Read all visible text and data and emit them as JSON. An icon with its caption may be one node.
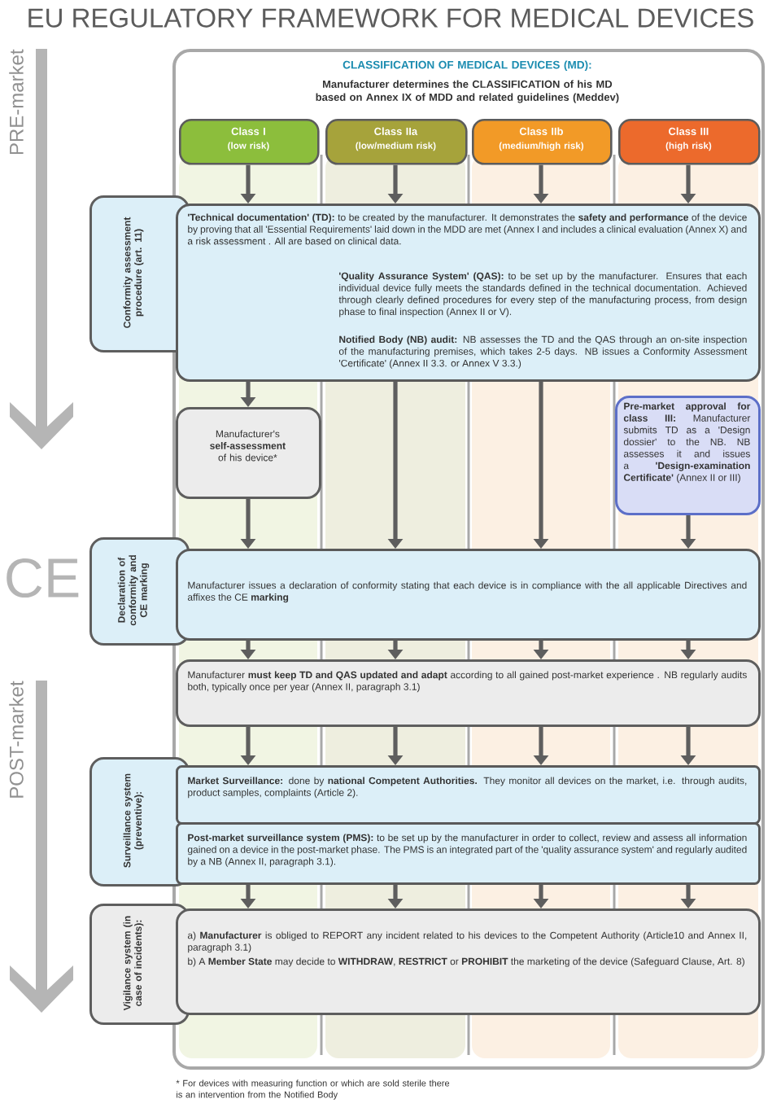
{
  "diagram": {
    "title": "EU REGULATORY FRAMEWORK FOR MEDICAL DEVICES",
    "nodes": [
      {
        "text": [
          "CLASSIFICATION OF MEDICAL DEVICES (MD):",
          "Manufacturer determines the CLASSIFICATION of his MD based on Annex IX of MDD and related guidelines (Meddev)"
        ]
      },
      {
        "text": [
          "Class I",
          "(low risk)"
        ],
        "in": 0
      },
      {
        "text": [
          "Class IIa",
          "(low/medium risk)"
        ],
        "in": 0
      },
      {
        "text": [
          "Class IIb",
          "(medium/high risk)"
        ],
        "in": 0
      },
      {
        "text": [
          "Class III",
          "(high risk)"
        ],
        "in": 0
      },
      {
        "text": [
          "Conformity assessment procedure (art. 11)"
        ]
      },
      {
        "text": [
          "**'Technical documentation' (TD):** to be created by the manufacturer. It demonstrates the **safety and performance** of the device by proving that all 'Essential Requirements' laid down in the MDD are met (Annex I and includes a clinical evaluation (Annex X) and a risk assessment . All are based on clinical data.",
          "**'Quality Assurance System' (QAS):** to be set up by the manufacturer. Ensures that each individual device fully meets the standards defined in the technical documentation. Achieved through clearly defined procedures for every step of the manufacturing process, from design phase to final inspection (Annex II or V).",
          "**Notified Body (NB) audit:** NB assesses the TD and the QAS through an on-site inspection of the manufacturing premises, which takes 2-5 days. NB issues a Conformity Assessment 'Certificate' (Annex II 3.3. or Annex V 3.3.)"
        ],
        "in": 0
      },
      {
        "text": [
          "Manufacturer's **self-assessment** of his device*"
        ],
        "in": 0
      },
      {
        "text": [
          "**Pre-market approval for class III:** Manufacturer submits TD as a 'Design dossier' to the NB. NB assesses it and issues a **'Design-examination Certificate'** (Annex II or III)"
        ],
        "in": 0
      },
      {
        "text": [
          "Declaration of conformity and CE marking"
        ]
      },
      {
        "text": [
          "Manufacturer issues a declaration of conformity stating that each device is in compliance with the all applicable Directives and affixes the CE **marking**"
        ],
        "in": 0
      },
      {
        "text": [
          "Manufacturer **must keep TD and QAS updated and adapt** according to all gained post-market experience . NB regularly audits both, typically once per year (Annex II, paragraph 3.1)"
        ],
        "in": 0
      },
      {
        "text": [
          "Surveillance system (preventive):"
        ]
      },
      {
        "text": [
          "**Market Surveillance:** done by **national Competent Authorities.** They monitor all devices on the market, i.e. through audits, product samples, complaints (Article 2)."
        ],
        "in": 0
      },
      {
        "text": [
          "**Post-market surveillance system (PMS):** to be set up by the manufacturer in order to collect, review and assess all information gained on a device in the post-market phase. The PMS is an integrated part of the 'quality assurance system' and regularly audited by a NB (Annex II, paragraph 3.1)."
        ],
        "in": 0
      },
      {
        "text": [
          "Vigilance system (in case of incidents):"
        ]
      },
      {
        "text": [
          "a) **Manufacturer** is obliged to REPORT any incident related to his devices to the Competent Authority (Article10 and Annex II, paragraph 3.1)",
          "b) A **Member State** may decide to **WITHDRAW**, **RESTRICT** or **PROHIBIT** the marketing of the device (Safeguard Clause, Art. 8)"
        ],
        "in": 0
      }
    ],
    "edges": [
      {
        "from": 1,
        "to": 6,
        "arrow": "to"
      },
      {
        "from": 2,
        "to": 6,
        "arrow": "to"
      },
      {
        "from": 3,
        "to": 6,
        "arrow": "to"
      },
      {
        "from": 4,
        "to": 6,
        "arrow": "to"
      },
      {
        "from": 6,
        "to": 7,
        "arrow": "to"
      },
      {
        "from": 6,
        "to": 10,
        "arrow": "to"
      },
      {
        "from": 6,
        "to": 10,
        "arrow": "to"
      },
      {
        "from": 7,
        "to": 10,
        "arrow": "to"
      },
      {
        "from": 8,
        "to": 10,
        "arrow": "to"
      },
      {
        "from": 10,
        "to": 11,
        "arrow": "to"
      },
      {
        "from": 10,
        "to": 11,
        "arrow": "to"
      },
      {
        "from": 10,
        "to": 11,
        "arrow": "to"
      },
      {
        "from": 10,
        "to": 11,
        "arrow": "to"
      },
      {
        "from": 11,
        "to": 13,
        "arrow": "to"
      },
      {
        "from": 11,
        "to": 13,
        "arrow": "to"
      },
      {
        "from": 11,
        "to": 13,
        "arrow": "to"
      },
      {
        "from": 11,
        "to": 13,
        "arrow": "to"
      },
      {
        "from": 14,
        "to": 16,
        "arrow": "to"
      },
      {
        "from": 14,
        "to": 16,
        "arrow": "to"
      },
      {
        "from": 14,
        "to": 16,
        "arrow": "to"
      },
      {
        "from": 14,
        "to": 16,
        "arrow": "to"
      }
    ],
    "labels": [
      "PRE-market",
      "CE",
      "POST-market",
      "* For devices with measuring function or which are sold sterile there is an intervention from the Notified Body"
    ]
  }
}
